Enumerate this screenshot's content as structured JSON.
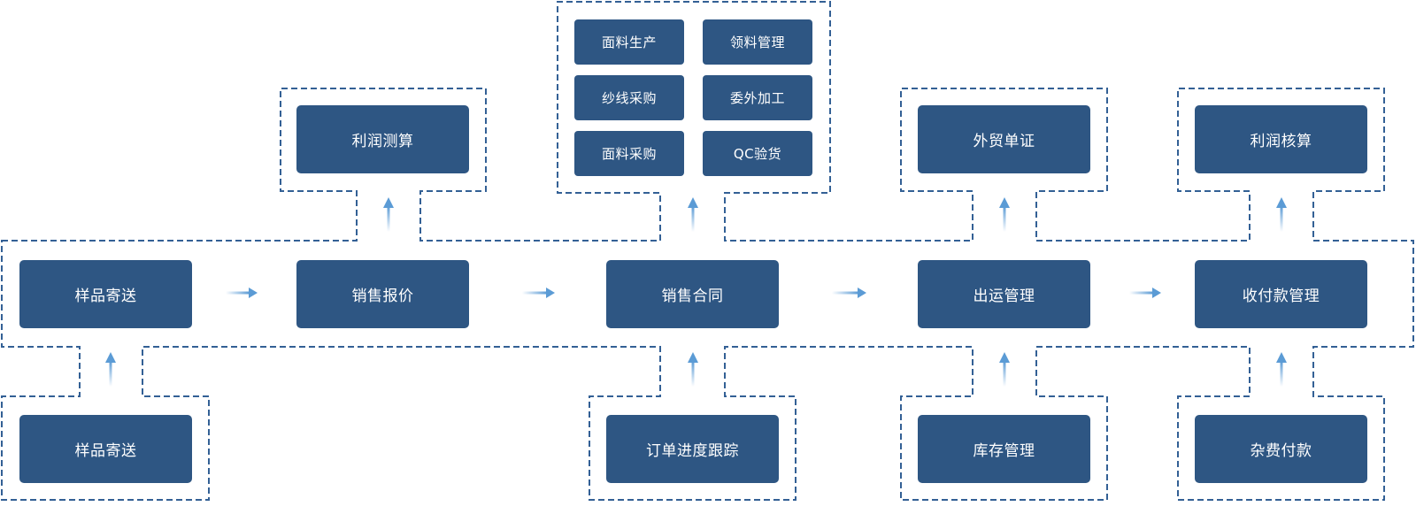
{
  "colors": {
    "node_fill": "#2e5683",
    "node_text": "#ffffff",
    "dashed_outline": "#336095",
    "arrow": "#5b9bd5"
  },
  "main_flow": [
    {
      "id": "sample-send",
      "label": "样品寄送"
    },
    {
      "id": "sales-quote",
      "label": "销售报价"
    },
    {
      "id": "sales-contract",
      "label": "销售合同"
    },
    {
      "id": "shipping-management",
      "label": "出运管理"
    },
    {
      "id": "receipt-payment-management",
      "label": "收付款管理"
    }
  ],
  "top_modules": {
    "sales_quote": {
      "label": "利润测算"
    },
    "sales_contract": [
      {
        "id": "fabric-production",
        "label": "面料生产"
      },
      {
        "id": "material-requisition",
        "label": "领料管理"
      },
      {
        "id": "yarn-purchase",
        "label": "纱线采购"
      },
      {
        "id": "outsourced-processing",
        "label": "委外加工"
      },
      {
        "id": "fabric-purchase",
        "label": "面料采购"
      },
      {
        "id": "qc-inspection",
        "label": "QC验货"
      }
    ],
    "shipping": {
      "label": "外贸单证"
    },
    "payment": {
      "label": "利润核算"
    }
  },
  "bottom_modules": {
    "sample": {
      "label": "样品寄送"
    },
    "contract": {
      "label": "订单进度跟踪"
    },
    "shipping": {
      "label": "库存管理"
    },
    "payment": {
      "label": "杂费付款"
    }
  }
}
